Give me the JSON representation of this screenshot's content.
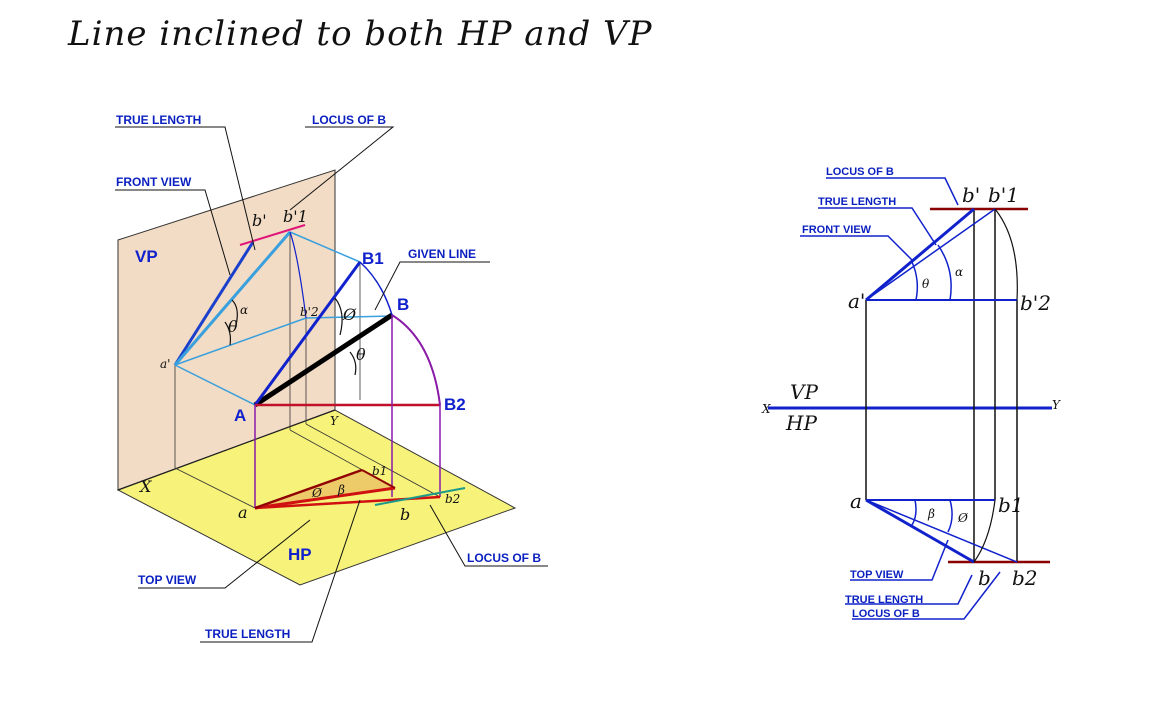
{
  "title": "Line inclined to both HP and VP",
  "left_diagram": {
    "vp_label": "VP",
    "hp_label": "HP",
    "x_label": "X",
    "y_label": "Y",
    "leaders": {
      "true_length_top": "TRUE LENGTH",
      "locus_of_b_top": "LOCUS OF B",
      "front_view": "FRONT VIEW",
      "given_line": "GIVEN LINE",
      "locus_of_b_bottom": "LOCUS OF B",
      "top_view": "TOP VIEW",
      "true_length_bottom": "TRUE LENGTH"
    },
    "points": {
      "A": "A",
      "B": "B",
      "B1": "B1",
      "B2": "B2",
      "a_prime": "a'",
      "b_prime": "b'",
      "b1_prime": "b'1",
      "b2_prime": "b'2",
      "a": "a",
      "b": "b",
      "b1": "b1",
      "b2": "b2"
    },
    "angles": {
      "theta": "θ",
      "alpha": "α",
      "phi": "Ø",
      "beta": "β"
    }
  },
  "right_diagram": {
    "vp_label": "VP",
    "hp_label": "HP",
    "x_label": "X",
    "y_label": "Y",
    "leaders": {
      "locus_of_b_top": "LOCUS OF B",
      "true_length_top": "TRUE LENGTH",
      "front_view": "FRONT VIEW",
      "top_view": "TOP VIEW",
      "true_length_bottom": "TRUE LENGTH",
      "locus_of_b_bottom": "LOCUS OF B"
    },
    "points": {
      "a_prime": "a'",
      "b_prime": "b'",
      "b1_prime": "b'1",
      "b2_prime": "b'2",
      "a": "a",
      "b": "b",
      "b1": "b1",
      "b2": "b2"
    },
    "angles": {
      "theta": "θ",
      "alpha": "α",
      "beta": "β",
      "phi": "Ø"
    }
  },
  "colors": {
    "vp_plane": "#f2dcc5",
    "hp_plane": "#f6f27a",
    "blue": "#1122cc",
    "light_blue": "#3aa0dd",
    "red": "#d01010",
    "dark_red": "#8b0000",
    "purple": "#8a1aa8",
    "leader_blue": "#0a1fbf"
  }
}
